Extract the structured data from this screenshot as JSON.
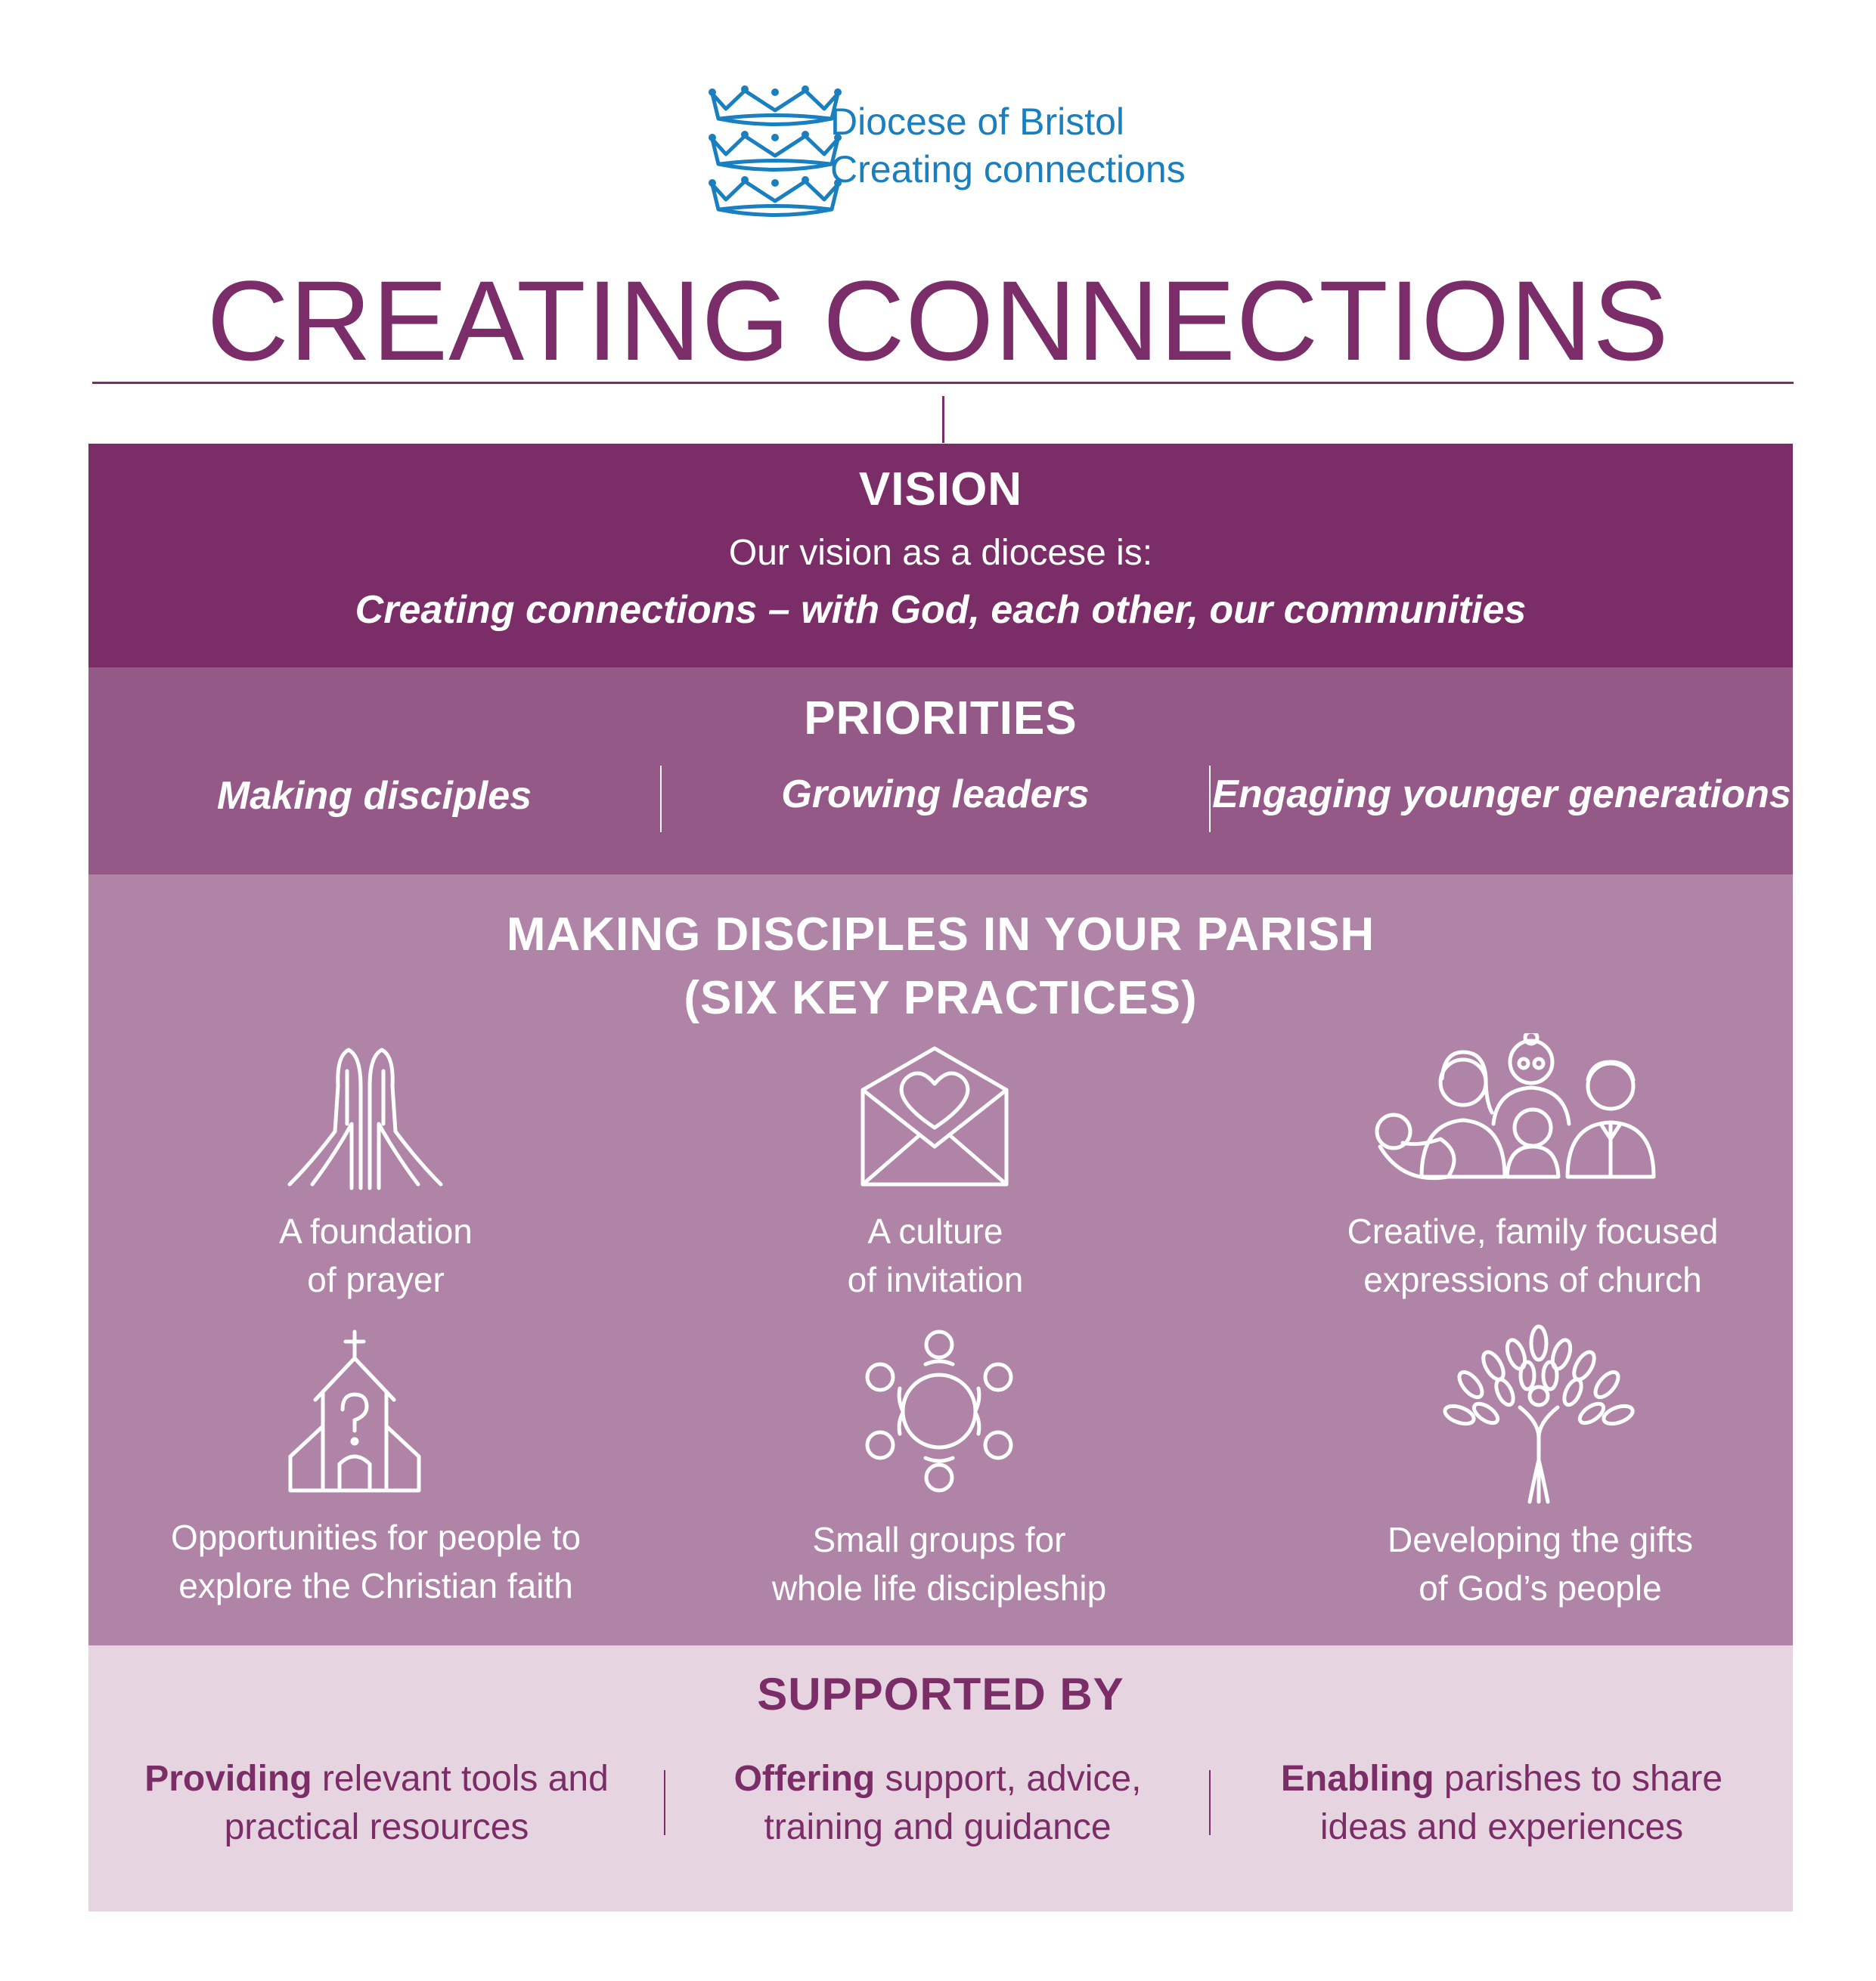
{
  "logo": {
    "name": "Diocese of Bristol",
    "tagline": "Creating connections",
    "color": "#1a7fbf"
  },
  "title": "CREATING CONNECTIONS",
  "vision": {
    "heading": "VISION",
    "intro": "Our vision as a diocese is:",
    "statement": "Creating connections – with God, each other, our communities"
  },
  "priorities": {
    "heading": "PRIORITIES",
    "items": [
      "Making disciples",
      "Growing leaders",
      "Engaging younger generations"
    ]
  },
  "practices": {
    "heading_line1": "MAKING DISCIPLES IN YOUR PARISH",
    "heading_line2": "(SIX KEY PRACTICES)",
    "items": [
      {
        "icon": "praying-hands-icon",
        "line1": "A foundation",
        "line2": "of prayer"
      },
      {
        "icon": "heart-envelope-icon",
        "line1": "A culture",
        "line2": "of invitation"
      },
      {
        "icon": "family-icon",
        "line1": "Creative, family focused",
        "line2": "expressions of church"
      },
      {
        "icon": "church-question-icon",
        "line1": "Opportunities for people to",
        "line2": "explore the Christian faith"
      },
      {
        "icon": "round-table-icon",
        "line1": "Small groups for",
        "line2": "whole life discipleship"
      },
      {
        "icon": "tree-icon",
        "line1": "Developing the gifts",
        "line2": "of God’s people"
      }
    ]
  },
  "support": {
    "heading": "SUPPORTED BY",
    "items": [
      {
        "bold": "Providing",
        "rest1": " relevant tools and",
        "line2": "practical resources"
      },
      {
        "bold": "Offering",
        "rest1": " support, advice,",
        "line2": "training and guidance"
      },
      {
        "bold": "Enabling",
        "rest1": " parishes to share",
        "line2": "ideas and experiences"
      }
    ]
  },
  "colors": {
    "title": "#7a2d68",
    "vision_band": "#7b2d67",
    "priorities_band": "#955987",
    "practices_band": "#af84a7",
    "support_band": "#e6d5e1"
  }
}
